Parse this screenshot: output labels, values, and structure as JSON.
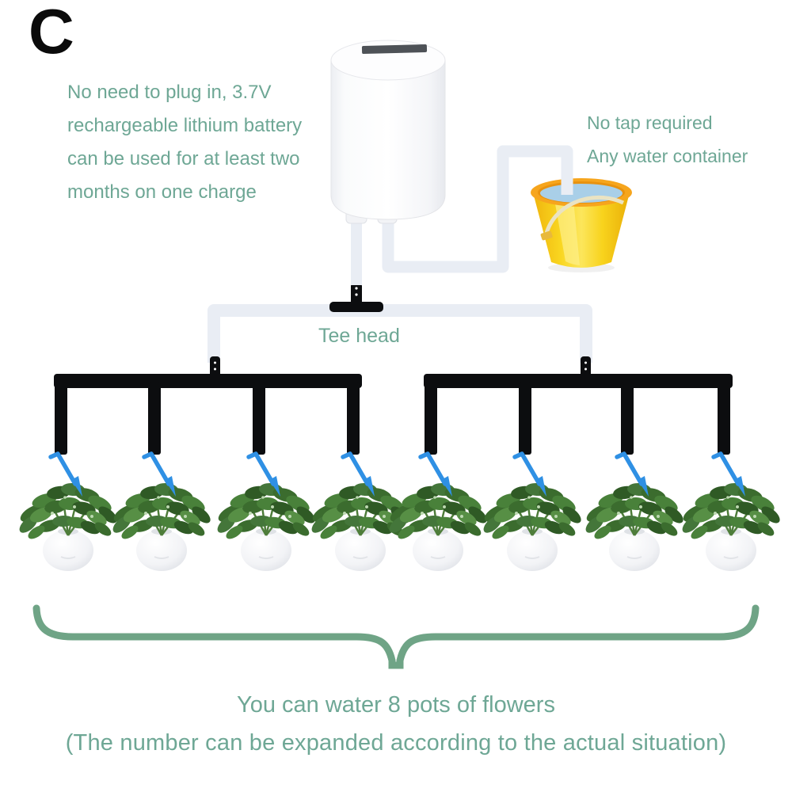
{
  "page_label": "C",
  "notes": {
    "battery": {
      "lines": [
        "No need to plug in, 3.7V",
        "rechargeable lithium battery",
        "can be used for at least two",
        "months on one charge"
      ]
    },
    "tap": {
      "lines": [
        "No tap required",
        "Any water container"
      ]
    }
  },
  "labels": {
    "tee_head": "Tee head"
  },
  "caption": {
    "line1": "You can water 8 pots of flowers",
    "line2": "(The number can be expanded according to the actual situation)"
  },
  "colors": {
    "text_green": "#6ea795",
    "brace_green": "#6fa486",
    "tube_white": "#e9edf4",
    "connector_black": "#0c0d0f",
    "dripper_blue": "#2f90e4",
    "bucket_yellow": "#f8d31f",
    "bucket_rim_orange": "#f6a51d",
    "water_blue": "#a9cfe8",
    "leaf_green": "#3b6c2e",
    "pot_white": "#f6f7f9"
  },
  "diagram": {
    "pot_count": 8,
    "emitter_x": [
      77,
      195,
      327,
      446,
      544,
      663,
      792,
      914
    ]
  }
}
